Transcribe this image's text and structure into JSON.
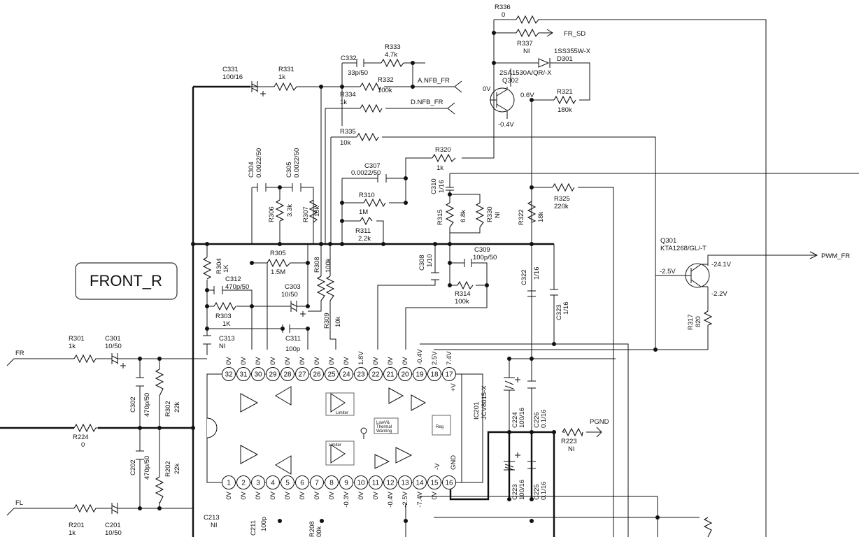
{
  "title": "FRONT_R",
  "ic": {
    "ref": "IC201",
    "part": "JCV8015-X",
    "block_limiter": "Limiter",
    "block_warning": "LowV&\nThermal\nWarning",
    "block_reg": "Reg",
    "pin_plusv": "+V",
    "pin_minusv": "-V",
    "pin_gnd": "GND"
  },
  "nets": {
    "fr": "FR",
    "fl": "FL",
    "fr_sd": "FR_SD",
    "anfb": "A.NFB_FR",
    "dnfb": "D.NFB_FR",
    "pwm": "PWM_FR",
    "pgnd": "PGND"
  },
  "top_pins": [
    {
      "n": "32",
      "v": "0V"
    },
    {
      "n": "31",
      "v": "0V"
    },
    {
      "n": "30",
      "v": "0V"
    },
    {
      "n": "29",
      "v": "0V"
    },
    {
      "n": "28",
      "v": "0V"
    },
    {
      "n": "27",
      "v": "0V"
    },
    {
      "n": "26",
      "v": "0V"
    },
    {
      "n": "25",
      "v": "0V"
    },
    {
      "n": "24",
      "v": "0V"
    },
    {
      "n": "23",
      "v": "1.8V"
    },
    {
      "n": "22",
      "v": "0V"
    },
    {
      "n": "21",
      "v": "0V"
    },
    {
      "n": "20",
      "v": "0V"
    },
    {
      "n": "19",
      "v": "-0.4V"
    },
    {
      "n": "18",
      "v": "2.5V"
    },
    {
      "n": "17",
      "v": "7.4V"
    }
  ],
  "bottom_pins": [
    {
      "n": "1",
      "v": "0V"
    },
    {
      "n": "2",
      "v": "0V"
    },
    {
      "n": "3",
      "v": "0V"
    },
    {
      "n": "4",
      "v": "0V"
    },
    {
      "n": "5",
      "v": "0V"
    },
    {
      "n": "6",
      "v": "0V"
    },
    {
      "n": "7",
      "v": "0V"
    },
    {
      "n": "8",
      "v": "0V"
    },
    {
      "n": "9",
      "v": "-0.3V"
    },
    {
      "n": "10",
      "v": "0V"
    },
    {
      "n": "11",
      "v": "0V"
    },
    {
      "n": "12",
      "v": "-0.4V"
    },
    {
      "n": "13",
      "v": "-2.5V"
    },
    {
      "n": "14",
      "v": "-7.4V"
    },
    {
      "n": "15",
      "v": "0V"
    },
    {
      "n": "16",
      "v": ""
    }
  ],
  "labels": {
    "r336": "R336",
    "r336v": "0",
    "r337": "R337",
    "r337v": "NI",
    "d301p": "1SS355W-X",
    "d301": "D301",
    "q302p": "2SA1530A/QR/-X",
    "q302": "Q302",
    "q302_0v": "0V",
    "q302_06v": "0.6V",
    "q302_m04": "-0.4V",
    "r321": "R321",
    "r321v": "180k",
    "c331": "C331",
    "c331v": "100/16",
    "r331": "R331",
    "r331v": "1k",
    "c332": "C332",
    "c332v": "33p/50",
    "r333": "R333",
    "r333v": "4.7k",
    "r332": "R332",
    "r332v": "100k",
    "r334": "R334",
    "r334v": "1k",
    "r335": "R335",
    "r335v": "10k",
    "r320": "R320",
    "r320v": "1k",
    "c310": "C310",
    "c310v": "1/16",
    "c304": "C304",
    "c304v": "0.0022/50",
    "c305": "C305",
    "c305v": "0.0022/50",
    "c307": "C307",
    "c307v": "0.0022/50",
    "r310": "R310",
    "r310v": "1M",
    "r311": "R311",
    "r311v": "2.2k",
    "r306": "R306",
    "r306v": "3.3k",
    "r307": "R307",
    "r307v": "18k",
    "r315": "R315",
    "r315v": "6.8k",
    "r330": "R330",
    "r330v": "NI",
    "r322": "R322",
    "r322v": "18k",
    "r325": "R325",
    "r325v": "220k",
    "q301": "Q301",
    "q301p": "KTA1268/GL/-T",
    "q301_m25": "-2.5V",
    "q301_m241": "-24.1V",
    "q301_m22": "-2.2V",
    "r317": "R317",
    "r317v": "820",
    "r304": "R304",
    "r304v": "1K",
    "r305": "R305",
    "r305v": "1.5M",
    "r308": "R308",
    "r308v": "100k",
    "c312": "C312",
    "c312v": "470p/50",
    "c303": "C303",
    "c303v": "10/50",
    "r303": "R303",
    "r303v": "1K",
    "r309": "R309",
    "r309v": "10k",
    "c308": "C308",
    "c308v": "1/10",
    "c309": "C309",
    "c309v": "100p/50",
    "r314": "R314",
    "r314v": "100k",
    "c322": "C322",
    "c322v": "1/16",
    "c323": "C323",
    "c323v": "1/16",
    "c313": "C313",
    "c313v": "NI",
    "c311": "C311",
    "c311v": "100p",
    "r301": "R301",
    "r301v": "1k",
    "c301": "C301",
    "c301v": "10/50",
    "c302": "C302",
    "c302v": "470p/50",
    "r302": "R302",
    "r302v": "22k",
    "r224": "R224",
    "r224v": "0",
    "c202": "C202",
    "c202v": "470p/50",
    "r202": "R202",
    "r202v": "22k",
    "r201": "R201",
    "r201v": "1k",
    "c201": "C201",
    "c201v": "10/50",
    "c213": "C213",
    "c213v": "NI",
    "c211": "C211",
    "c211v": "100p",
    "r208": "R208",
    "r208v": "00k",
    "c224": "C224",
    "c224v": "100/16",
    "c226": "C226",
    "c226v": "0.1/16",
    "c223": "C223",
    "c223v": "100/16",
    "c225": "C225",
    "c225v": "0.1/16",
    "r223": "R223",
    "r223v": "NI"
  }
}
